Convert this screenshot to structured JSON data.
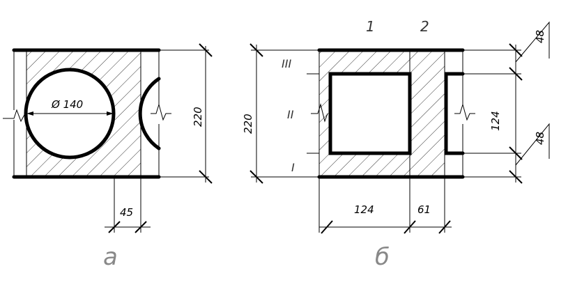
{
  "figure_a": {
    "diameter_label": "Ø 140",
    "height_label": "220",
    "width_label": "45",
    "caption": "а"
  },
  "figure_b": {
    "column_1": "1",
    "column_2": "2",
    "row_3": "III",
    "row_2": "II",
    "row_1": "I",
    "height_label": "220",
    "top_label": "48",
    "mid_label": "124",
    "bottom_label": "48",
    "width_label_1": "124",
    "width_label_2": "61",
    "caption": "б"
  }
}
